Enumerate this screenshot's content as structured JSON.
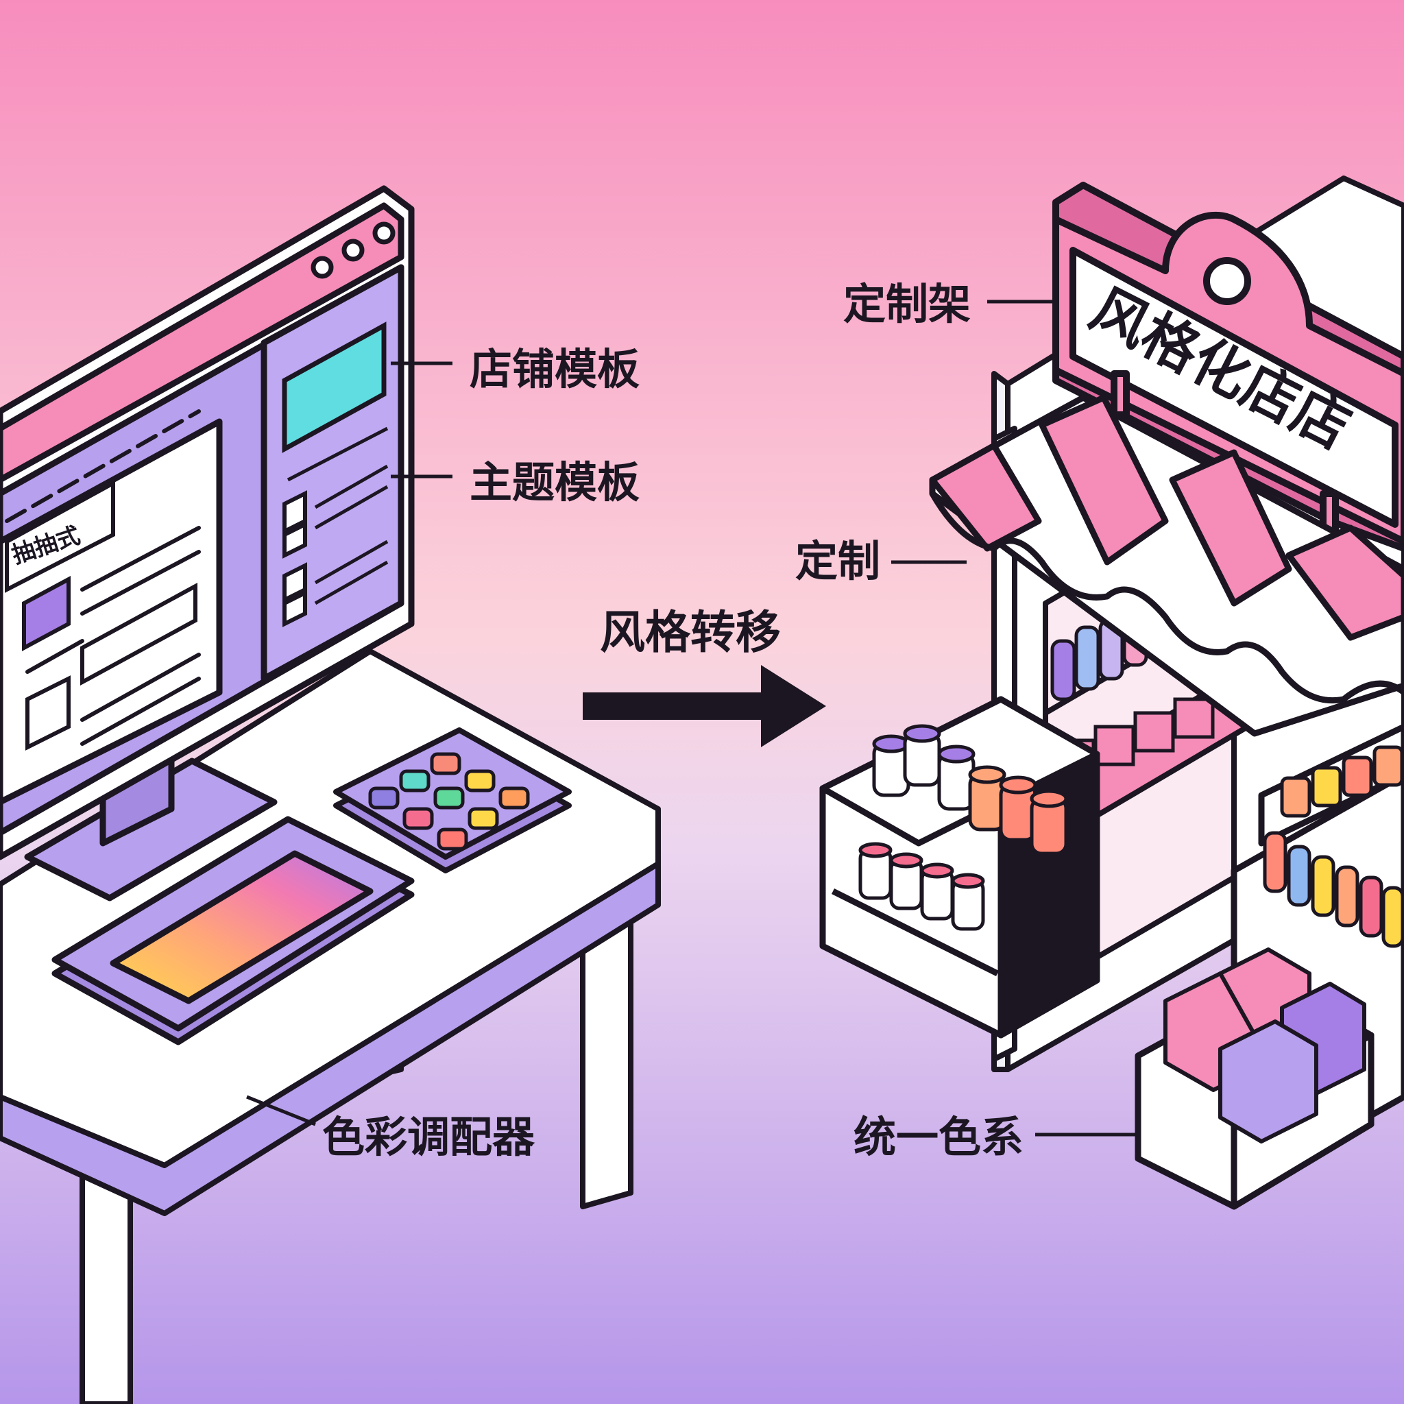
{
  "labels": {
    "store_template": "店铺模板",
    "theme_template": "主题模板",
    "color_mixer": "色彩调配器",
    "style_transfer": "风格转移",
    "custom_rack": "定制架",
    "custom": "定制",
    "unified_color": "统一色系",
    "window_card": "抽抽式",
    "sign": "风格化店店"
  },
  "colors": {
    "bg_top": "#f78dbd",
    "bg_mid": "#fbd0dc",
    "bg_bottom": "#b896ea",
    "pink": "#f68cb8",
    "purple": "#b6a0ee",
    "deep_purple": "#a57fe6",
    "teal": "#5fdde0",
    "outline": "#1c1622",
    "white": "#ffffff"
  }
}
